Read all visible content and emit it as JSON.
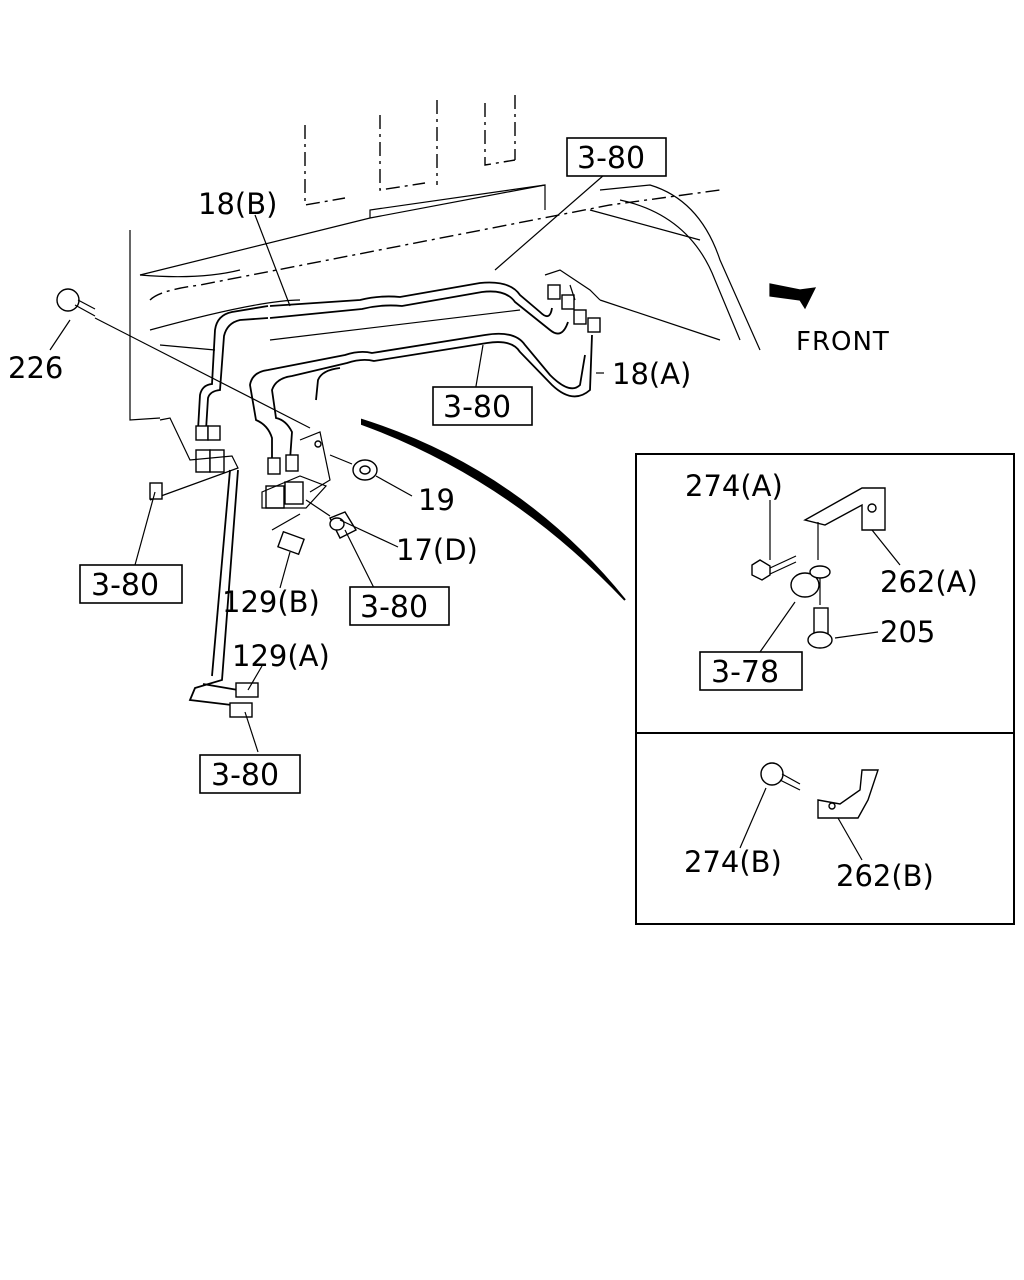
{
  "direction_label": "FRONT",
  "callouts": {
    "p18b": "18(B)",
    "p18a": "18(A)",
    "p226": "226",
    "p19": "19",
    "p17d": "17(D)",
    "p129b": "129(B)",
    "p129a": "129(A)",
    "p274a": "274(A)",
    "p262a": "262(A)",
    "p205": "205",
    "p274b": "274(B)",
    "p262b": "262(B)"
  },
  "references": {
    "ref_top": "3-80",
    "ref_mid": "3-80",
    "ref_left": "3-80",
    "ref_center": "3-80",
    "ref_bottom": "3-80",
    "ref_inset": "3-78"
  }
}
